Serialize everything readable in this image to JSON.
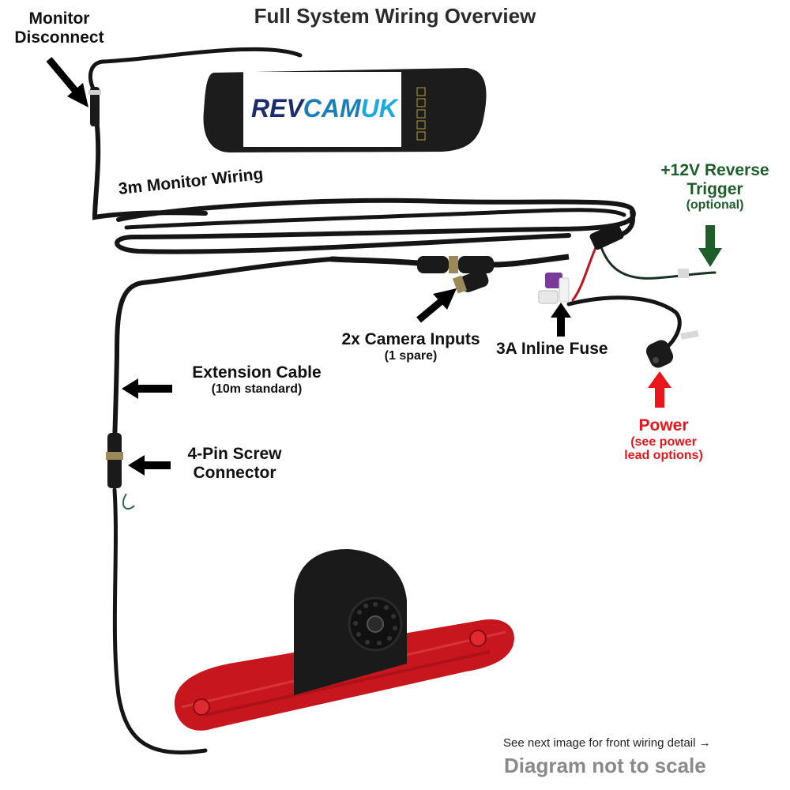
{
  "title": "Full System Wiring Overview",
  "brand": {
    "logo_part1": "REV",
    "logo_part2": "CAM",
    "logo_part3": "UK",
    "colors": {
      "part1": "#1c2a6e",
      "part2": "#1a7fb8",
      "part3": "#1aa9e0"
    }
  },
  "labels": {
    "monitor_disconnect": {
      "line1": "Monitor",
      "line2": "Disconnect"
    },
    "monitor_wiring": "3m Monitor Wiring",
    "reverse_trigger": {
      "line1": "+12V Reverse",
      "line2": "Trigger",
      "sub": "(optional)"
    },
    "camera_inputs": {
      "line1": "2x Camera Inputs",
      "sub": "(1 spare)"
    },
    "inline_fuse": "3A Inline Fuse",
    "extension_cable": {
      "line1": "Extension Cable",
      "sub": "(10m standard)"
    },
    "screw_connector": {
      "line1": "4-Pin Screw",
      "line2": "Connector"
    },
    "power": {
      "line1": "Power",
      "sub1": "(see power",
      "sub2": "lead options)"
    }
  },
  "footer": {
    "note": "See next image for front wiring detail →",
    "disclaimer": "Diagram not to scale"
  },
  "colors": {
    "label_text": "#111111",
    "trigger_green": "#1e5e2a",
    "power_red": "#e8161b",
    "footer_grey": "#8a8a8a",
    "cable": "#111111",
    "brake_light_red": "#c8161e"
  }
}
